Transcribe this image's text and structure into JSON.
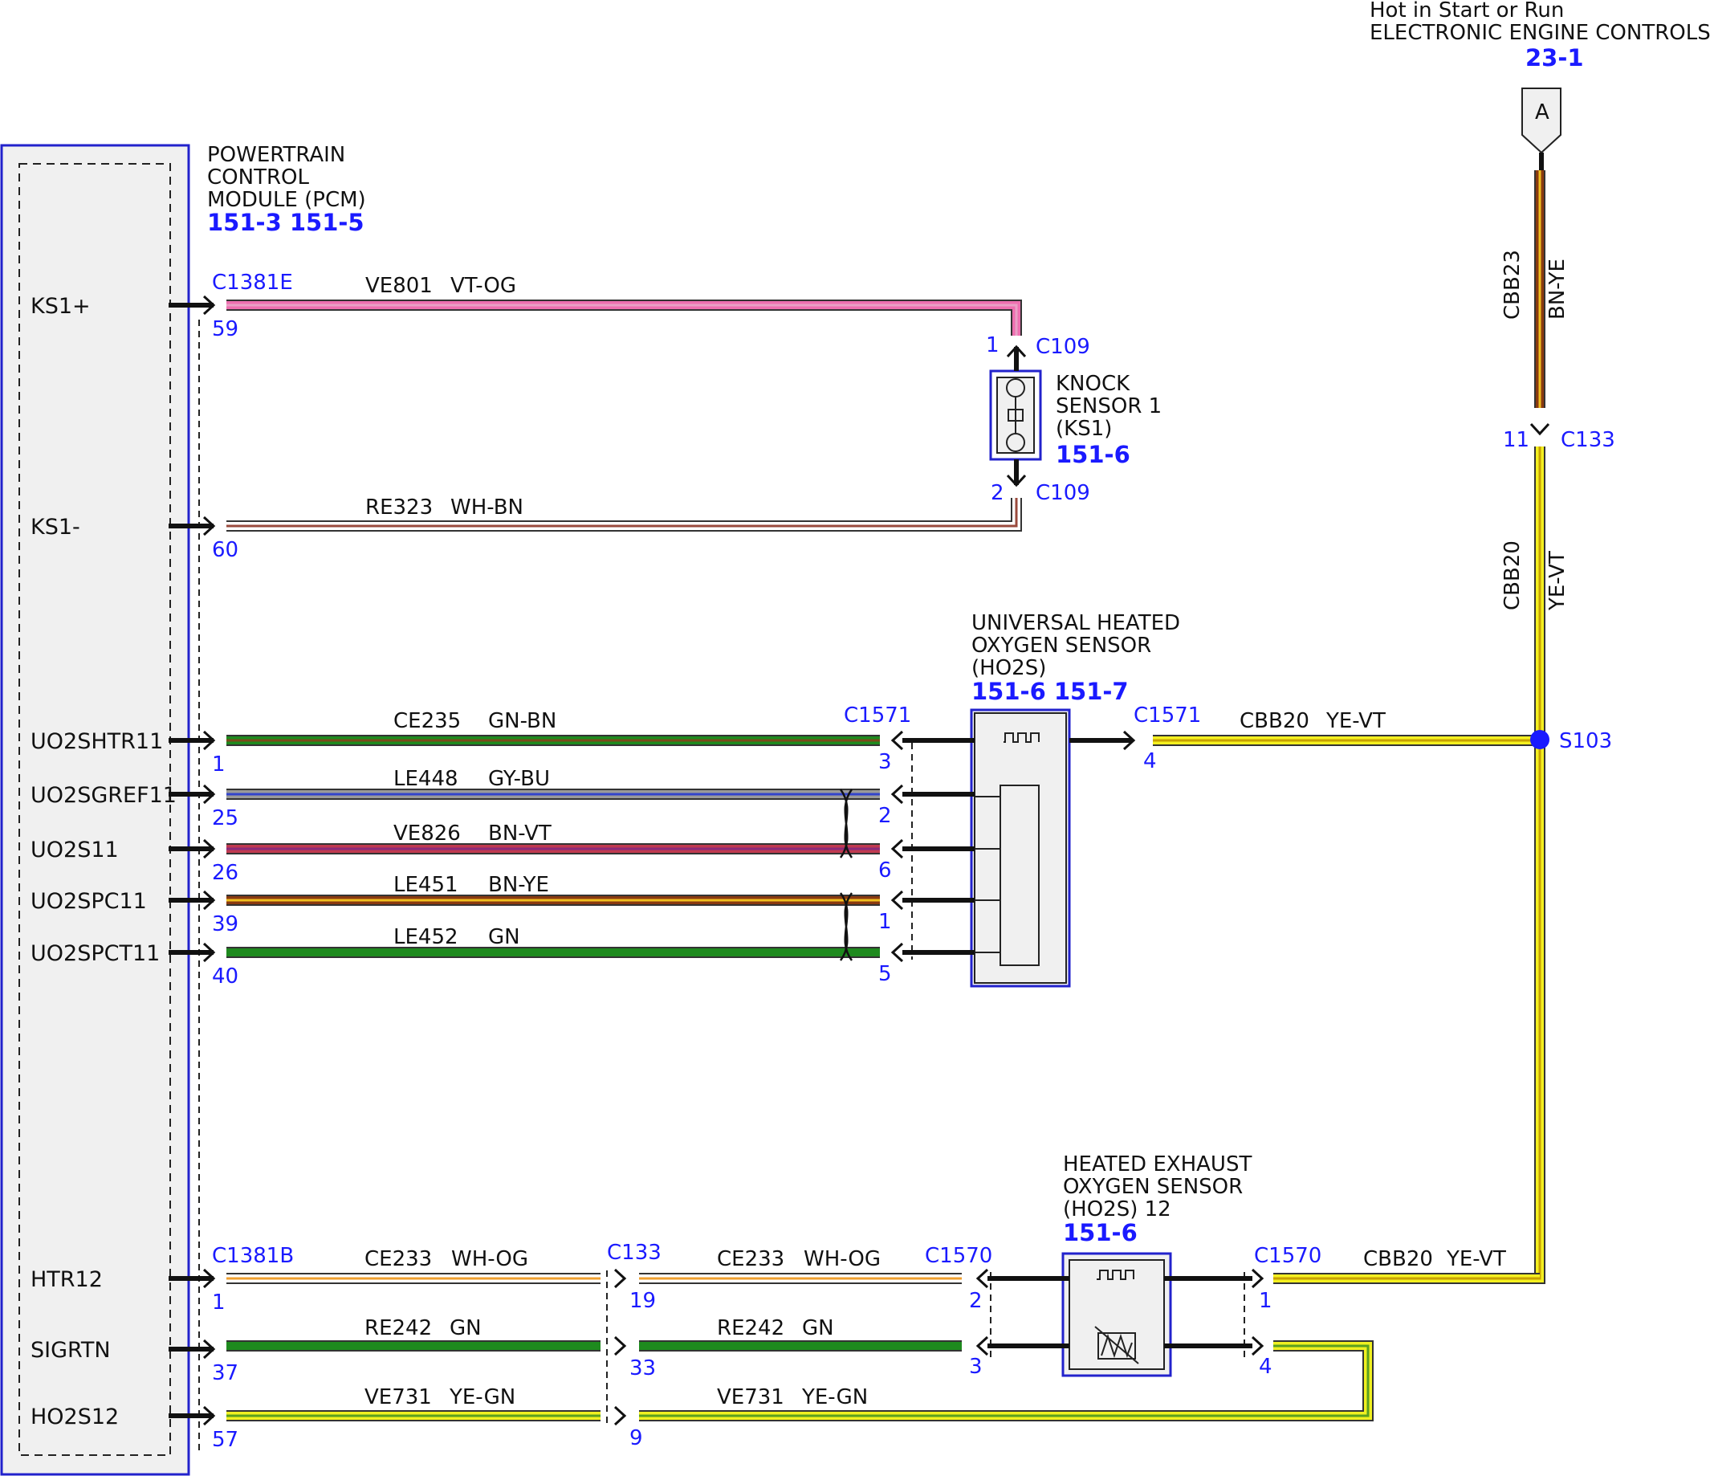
{
  "colors": {
    "VT-OG": [
      "#ee6fb0",
      "#e9a0c6"
    ],
    "WH-BN": [
      "#ffffff",
      "#9a4a3c"
    ],
    "GN-BN": [
      "#1e8a1e",
      "#7a4a1a"
    ],
    "GY-BU": [
      "#9a9a9a",
      "#3344cc"
    ],
    "BN-VT": [
      "#c03a50",
      "#8a2a7a"
    ],
    "BN-YE": [
      "#8a3a10",
      "#f0c020"
    ],
    "GN": [
      "#1e8a1e",
      "#1e8a1e"
    ],
    "YE-VT": [
      "#f4f020",
      "#c8a000"
    ],
    "WH-OG": [
      "#ffffff",
      "#f0a030"
    ],
    "YE-GN": [
      "#f0f020",
      "#5aa020"
    ]
  },
  "source": {
    "line1": "Hot in Start or Run",
    "line2": "ELECTRONIC ENGINE CONTROLS",
    "ref": "23-1",
    "connector_letter": "A"
  },
  "pcm": {
    "title": [
      "POWERTRAIN",
      "CONTROL",
      "MODULE (PCM)"
    ],
    "refs": "151-3 151-5",
    "pins": [
      "KS1+",
      "KS1-",
      "UO2SHTR11",
      "UO2SGREF11",
      "UO2S11",
      "UO2SPC11",
      "UO2SPCT11",
      "HTR12",
      "SIGRTN",
      "HO2S12"
    ]
  },
  "knock_sensor": {
    "title": [
      "KNOCK",
      "SENSOR 1",
      "(KS1)"
    ],
    "ref": "151-6",
    "connector": "C109",
    "pins": [
      "1",
      "2"
    ]
  },
  "uho2s": {
    "title": [
      "UNIVERSAL HEATED",
      "OXYGEN SENSOR",
      "(HO2S)"
    ],
    "refs": "151-6 151-7",
    "connector_left": "C1571",
    "connector_right": "C1571",
    "pins_left": [
      "3",
      "2",
      "6",
      "1",
      "5"
    ],
    "pin_right": "4"
  },
  "heo2s": {
    "title": [
      "HEATED EXHAUST",
      "OXYGEN SENSOR",
      "(HO2S) 12"
    ],
    "ref": "151-6",
    "connector_left": "C1570",
    "connector_right": "C1570",
    "pins_left": [
      "2",
      "3"
    ],
    "pins_right": [
      "1",
      "4"
    ]
  },
  "connectors": {
    "pcm_e": "C1381E",
    "pcm_b": "C1381B",
    "inline": "C133",
    "c133_top": "C133",
    "c133_top_pin": "11",
    "splice": "S103"
  },
  "pcm_pin_numbers": [
    "59",
    "60",
    "1",
    "25",
    "26",
    "39",
    "40",
    "1",
    "37",
    "57"
  ],
  "inline_pin_numbers": [
    "19",
    "33",
    "9"
  ],
  "wires": {
    "w_ks1p": {
      "circuit": "VE801",
      "color": "VT-OG"
    },
    "w_ks1m": {
      "circuit": "RE323",
      "color": "WH-BN"
    },
    "w_htr11": {
      "circuit": "CE235",
      "color": "GN-BN"
    },
    "w_gref": {
      "circuit": "LE448",
      "color": "GY-BU"
    },
    "w_s11": {
      "circuit": "VE826",
      "color": "BN-VT"
    },
    "w_pc11": {
      "circuit": "LE451",
      "color": "BN-YE"
    },
    "w_pct11": {
      "circuit": "LE452",
      "color": "GN"
    },
    "w_cbb23": {
      "circuit": "CBB23",
      "color": "BN-YE"
    },
    "w_cbb20_v": {
      "circuit": "CBB20",
      "color": "YE-VT"
    },
    "w_cbb20_uh": {
      "circuit": "CBB20",
      "color": "YE-VT"
    },
    "w_cbb20_he": {
      "circuit": "CBB20",
      "color": "YE-VT"
    },
    "w_htr12_a": {
      "circuit": "CE233",
      "color": "WH-OG"
    },
    "w_htr12_b": {
      "circuit": "CE233",
      "color": "WH-OG"
    },
    "w_sig_a": {
      "circuit": "RE242",
      "color": "GN"
    },
    "w_sig_b": {
      "circuit": "RE242",
      "color": "GN"
    },
    "w_ho2s_a": {
      "circuit": "VE731",
      "color": "YE-GN"
    },
    "w_ho2s_b": {
      "circuit": "VE731",
      "color": "YE-GN"
    }
  }
}
